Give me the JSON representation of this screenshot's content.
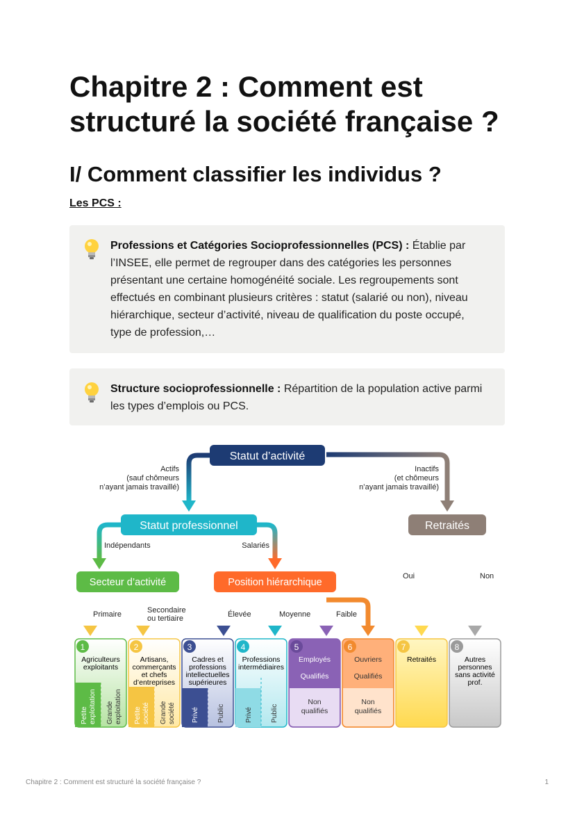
{
  "document": {
    "title": "Chapitre 2 : Comment est structuré la société française ?",
    "section_title": "I/ Comment classifier les individus ?",
    "subsection": "Les PCS :"
  },
  "callouts": [
    {
      "icon": "lightbulb-icon",
      "term": "Professions et Catégories Socioprofessionnelles (PCS) :",
      "text": " Établie par l’INSEE, elle permet de regrouper dans des catégories les personnes présentant une certaine homogénéité sociale. Les regroupements sont effectués en combinant plusieurs critères : statut (salarié ou non), niveau hiérarchique, secteur d’activité, niveau de qualification du poste occupé, type de profession,…"
    },
    {
      "icon": "lightbulb-icon",
      "term": "Structure socioprofessionnelle :",
      "text": " Répartition de la population active parmi les types d’emplois ou PCS."
    }
  ],
  "diagram": {
    "root": "Statut d’activité",
    "actifs": [
      "Actifs",
      "(sauf chômeurs",
      "n’ayant jamais travaillé)"
    ],
    "inactifs": [
      "Inactifs",
      "(et chômeurs",
      "n’ayant jamais travaillé)"
    ],
    "statut_professionnel": "Statut professionnel",
    "retraites_node": "Retraités",
    "independants": "Indépendants",
    "salaries": "Salariés",
    "oui": "Oui",
    "non": "Non",
    "secteur": "Secteur d’activité",
    "position": "Position hiérarchique",
    "primaire": "Primaire",
    "secondaire": [
      "Secondaire",
      "ou tertiaire"
    ],
    "elevee": "Élevée",
    "moyenne": "Moyenne",
    "faible": "Faible",
    "categories": [
      {
        "num": "1",
        "lines": [
          "Agriculteurs",
          "exploitants"
        ],
        "sub": [
          "Petite",
          "exploitation",
          "Grande",
          "exploitation"
        ]
      },
      {
        "num": "2",
        "lines": [
          "Artisans,",
          "commerçants",
          "et chefs",
          "d’entreprises"
        ],
        "sub": [
          "Petite",
          "société",
          "Grande",
          "société"
        ]
      },
      {
        "num": "3",
        "lines": [
          "Cadres et",
          "professions",
          "intellectuelles",
          "supérieures"
        ],
        "sub": [
          "Privé",
          "Public"
        ]
      },
      {
        "num": "4",
        "lines": [
          "Professions",
          "intermédiaires"
        ],
        "sub": [
          "Privé",
          "Public"
        ]
      },
      {
        "num": "5",
        "lines": [
          "Employés"
        ],
        "sub": [
          "Qualifiés",
          "Non",
          "qualifiés"
        ]
      },
      {
        "num": "6",
        "lines": [
          "Ouvriers"
        ],
        "sub": [
          "Qualifiés",
          "Non",
          "qualifiés"
        ]
      },
      {
        "num": "7",
        "lines": [
          "Retraités"
        ]
      },
      {
        "num": "8",
        "lines": [
          "Autres",
          "personnes",
          "sans activité",
          "prof."
        ]
      }
    ]
  },
  "footer": {
    "text": "Chapitre 2 : Comment est structuré la société française ?",
    "page": "1"
  },
  "colors": {
    "navy": "#1d3b73",
    "teal": "#1fb6c9",
    "green": "#5dbb46",
    "orange": "#ff6a2a",
    "taupe": "#8e7f76",
    "yellow": "#ffd94f",
    "purple": "#8a62b5",
    "gray": "#9a9a9a"
  }
}
